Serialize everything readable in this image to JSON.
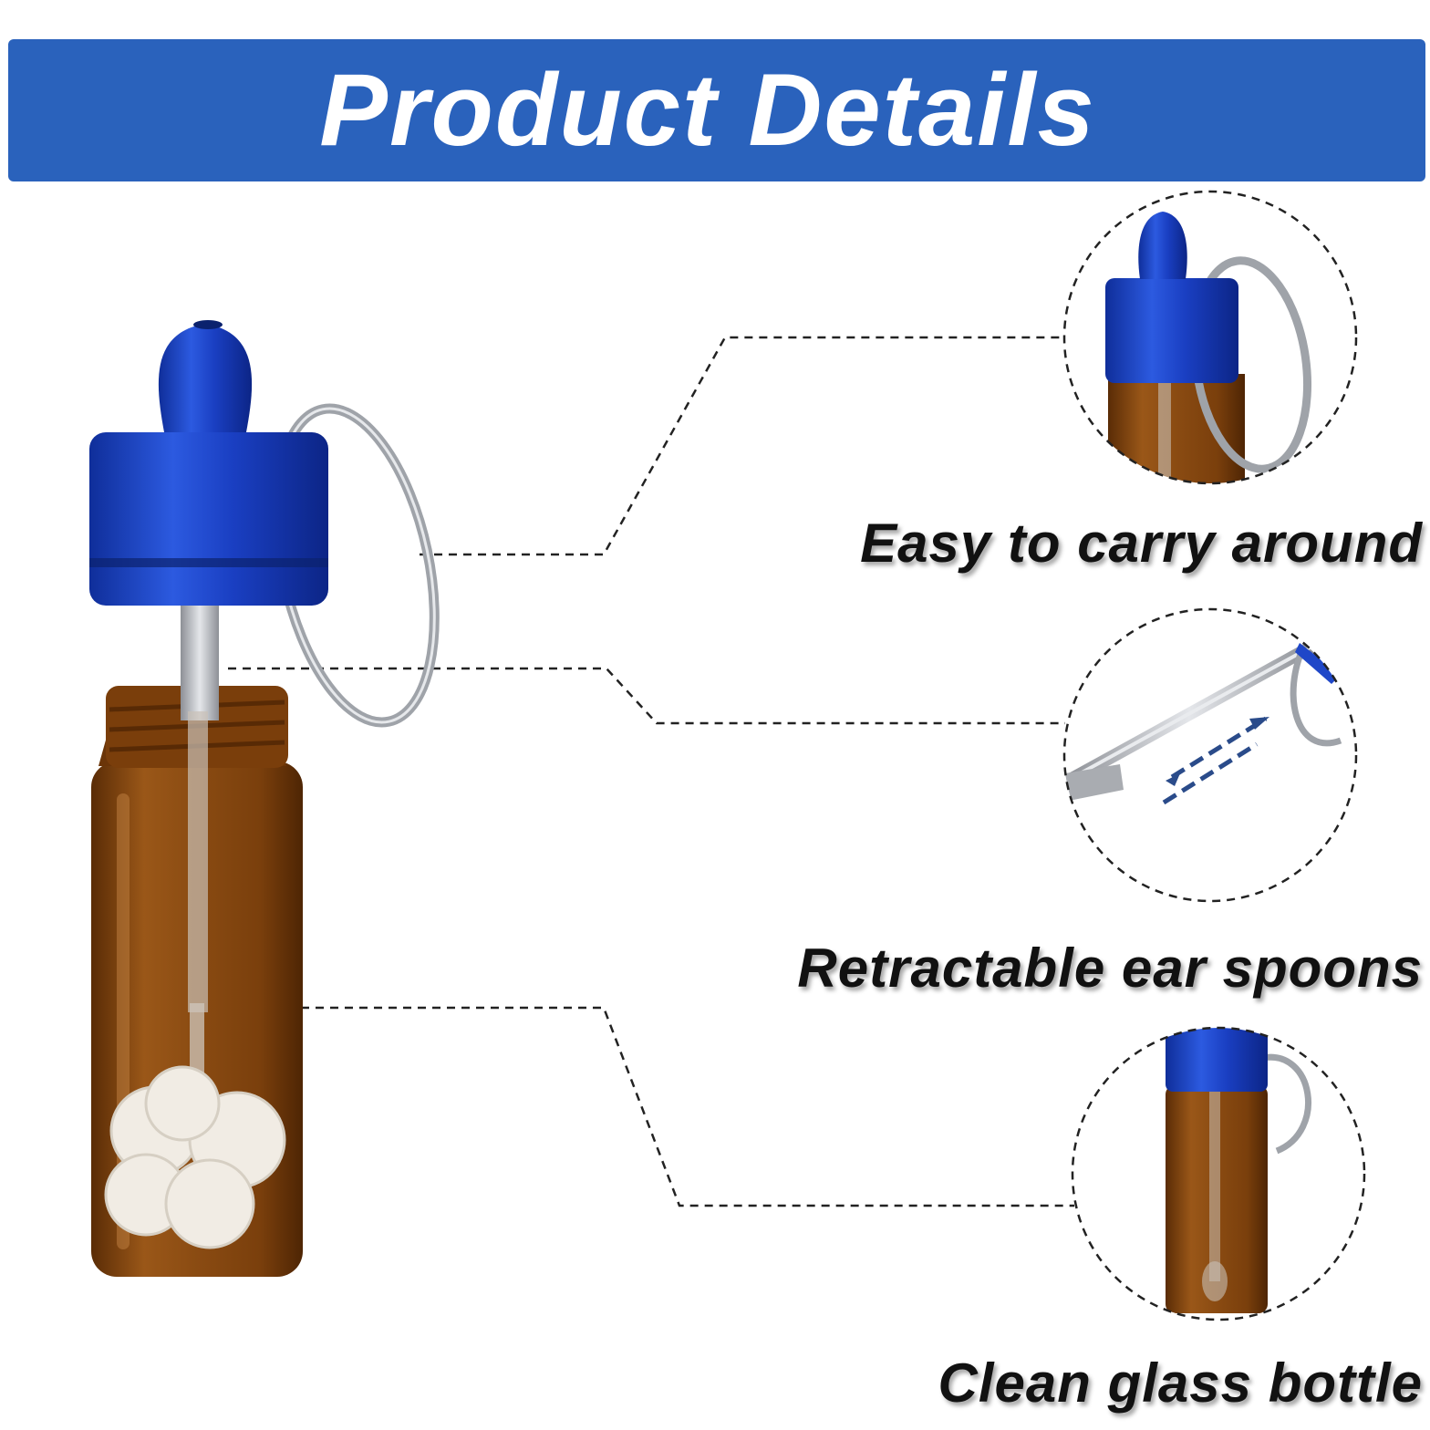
{
  "header": {
    "title": "Product Details"
  },
  "features": [
    {
      "label": "Easy to carry around",
      "icon": "cap-keyring-icon"
    },
    {
      "label": "Retractable ear spoons",
      "icon": "spoon-icon"
    },
    {
      "label": "Clean glass bottle",
      "icon": "bottle-icon"
    }
  ],
  "colors": {
    "banner": "#2a62bc",
    "cap": "#1f47c8",
    "glass": "#8a4b12",
    "metal": "#b9bcc2"
  }
}
